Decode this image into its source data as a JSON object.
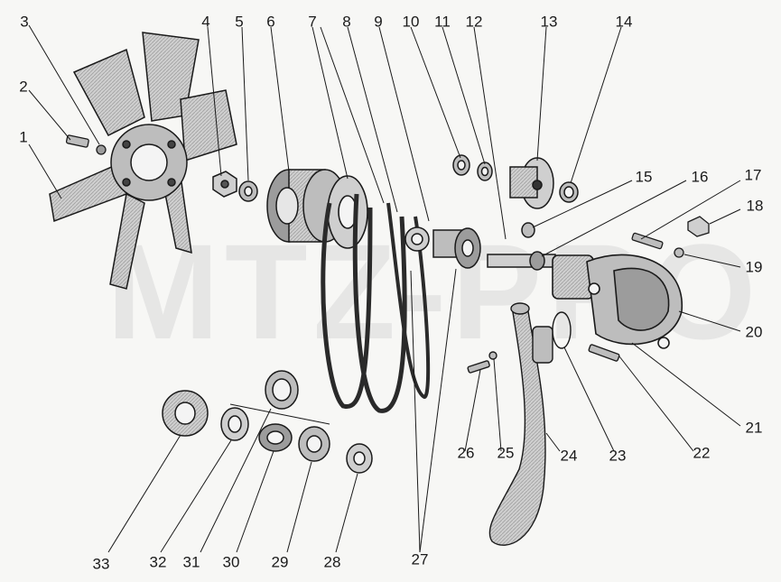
{
  "watermark": "MTZ-PRO",
  "labels": [
    "1",
    "2",
    "3",
    "4",
    "5",
    "6",
    "7",
    "8",
    "9",
    "10",
    "11",
    "12",
    "13",
    "14",
    "15",
    "16",
    "17",
    "18",
    "19",
    "20",
    "21",
    "22",
    "23",
    "24",
    "25",
    "26",
    "27",
    "28",
    "29",
    "30",
    "31",
    "32",
    "33"
  ],
  "colors": {
    "ink": "#1a1a1a",
    "part_fill": "#c9c9c9",
    "part_shade": "#8a8a8a",
    "part_light": "#e6e6e6",
    "background": "#f7f7f5"
  }
}
